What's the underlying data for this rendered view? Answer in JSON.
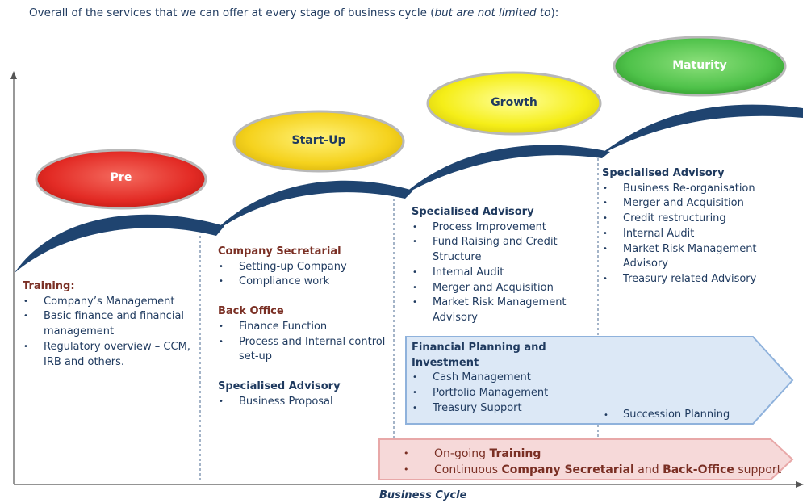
{
  "intro": {
    "prefix": "Overall of the services that we can offer at every stage of business cycle (",
    "emph": "but are not limited to",
    "suffix": "):"
  },
  "stages": [
    {
      "label": "Pre",
      "color": "#e52b27"
    },
    {
      "label": "Start-Up",
      "color": "#f3d21c"
    },
    {
      "label": "Growth",
      "color": "#f4ec19"
    },
    {
      "label": "Maturity",
      "color": "#4cbf48"
    }
  ],
  "pre": {
    "heading": "Training:",
    "items": [
      "Company’s Management",
      "Basic finance and financial management",
      "Regulatory overview – CCM, IRB and others."
    ]
  },
  "startup": {
    "sections": [
      {
        "heading": "Company Secretarial",
        "items": [
          "Setting-up Company",
          "Compliance work"
        ]
      },
      {
        "heading": "Back Office",
        "items": [
          "Finance Function",
          "Process and Internal control set-up"
        ]
      },
      {
        "heading": "Specialised Advisory",
        "items": [
          "Business Proposal"
        ]
      }
    ]
  },
  "growth": {
    "heading": "Specialised Advisory",
    "items": [
      "Process Improvement",
      "Fund Raising and Credit Structure",
      "Internal Audit",
      "Merger and Acquisition",
      "Market Risk Management Advisory"
    ]
  },
  "maturity": {
    "heading": "Specialised Advisory",
    "items": [
      "Business Re-organisation",
      "Merger and Acquisition",
      "Credit restructuring",
      "Internal Audit",
      "Market Risk Management Advisory",
      "Treasury related Advisory"
    ]
  },
  "financial": {
    "heading": "Financial Planning and Investment",
    "items": [
      "Cash Management",
      "Portfolio Management",
      "Treasury Support"
    ],
    "succession": "Succession Planning"
  },
  "ongoing": {
    "line1": {
      "pre": "On-going ",
      "bold": "Training"
    },
    "line2": {
      "pre": "Continuous ",
      "bold1": "Company Secretarial",
      "mid": " and ",
      "bold2": "Back-Office",
      "post": " support"
    }
  },
  "axis": {
    "xlabel": "Business Cycle"
  },
  "colors": {
    "navy": "#1f3a5f",
    "brown": "#7a2f24",
    "curve": "#1f4470",
    "blue_arrow": "#dce8f6",
    "pink_arrow": "#f6d9d9"
  }
}
